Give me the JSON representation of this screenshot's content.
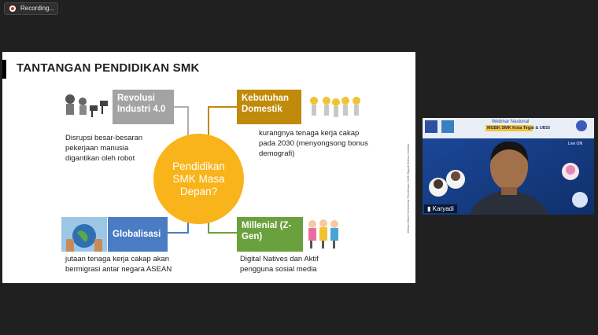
{
  "recording": {
    "label": "Recording..."
  },
  "slide": {
    "title": "TANTANGAN PENDIDIKAN SMK",
    "center": "Pendidikan SMK Masa Depan?",
    "side_credit": "Bahan Materi Direktorat Pembinaan SMK Bapak Bakrun Dahlan",
    "items": [
      {
        "label": "Revolusi Industri 4.0",
        "desc": "Disrupsi besar-besaran pekerjaan manusia digantikan oleh robot",
        "color": "#a3a3a3"
      },
      {
        "label": "Kebutuhan Domestik",
        "desc": "kurangnya tenaga kerja cakap pada 2030 (menyongsong bonus demografi)",
        "color": "#c08a0a"
      },
      {
        "label": "Globalisasi",
        "desc": "jutaan tenaga kerja cakap akan bermigrasi antar negara ASEAN",
        "color": "#4a7cc4"
      },
      {
        "label": "Millenial (Z-Gen)",
        "desc": "Digital Natives dan Aktif pengguna sosial media",
        "color": "#6aa13d"
      }
    ]
  },
  "webinar": {
    "header": "Webinar Nasional",
    "subheader": "MGBK SMK Kota Tegal & UBSI",
    "live": "Live ON",
    "participant_name": "Karyadi"
  }
}
